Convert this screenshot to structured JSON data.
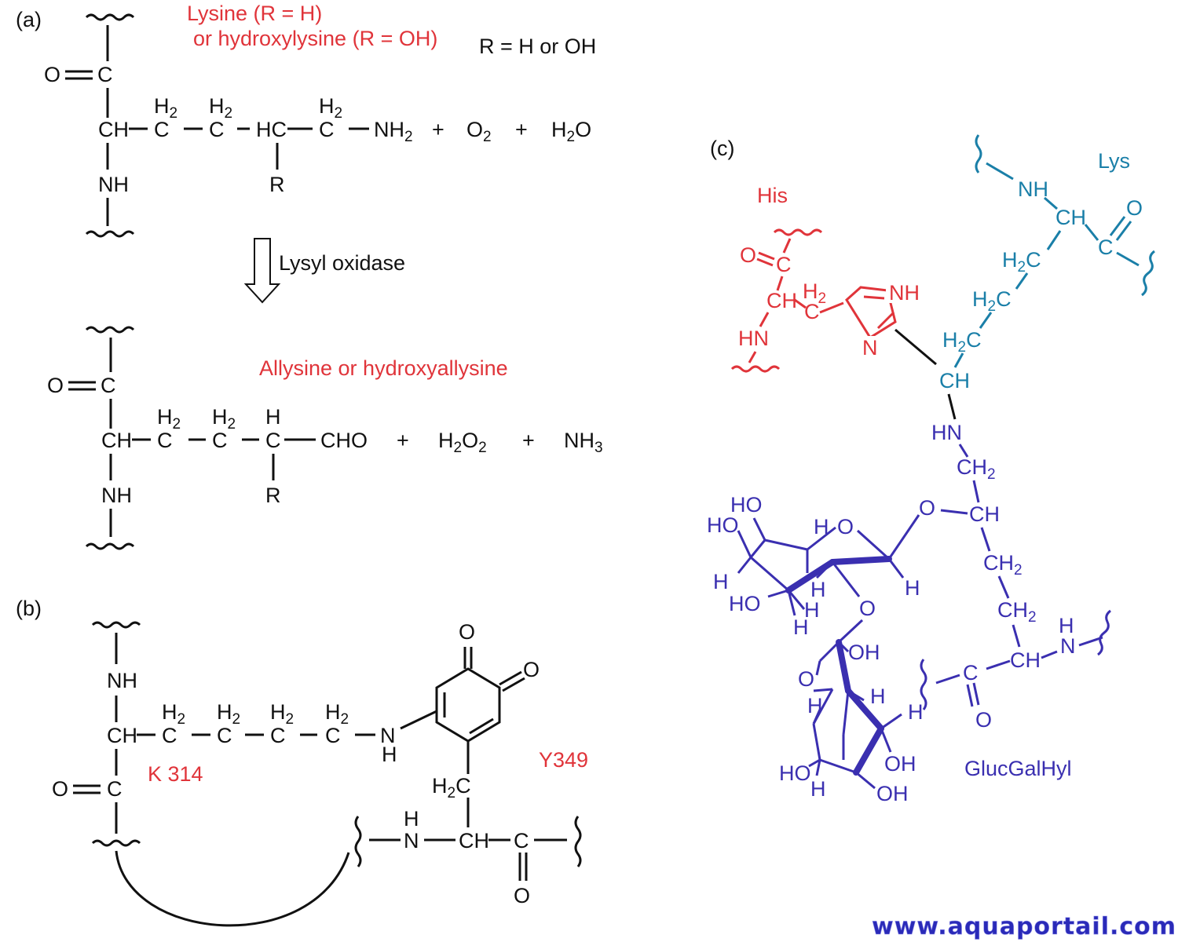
{
  "panels": {
    "a": {
      "label": "(a)",
      "reactant_name_line1": "Lysine (R = H)",
      "reactant_name_line2": "or hydroxylysine (R = OH)",
      "r_note": "R = H or OH",
      "enzyme": "Lysyl oxidase",
      "product_name": "Allysine or hydroxyallysine"
    },
    "b": {
      "label": "(b)",
      "residue1": "K 314",
      "residue2": "Y349"
    },
    "c": {
      "label": "(c)",
      "his_label": "His",
      "lys_label": "Lys",
      "sugar_label": "GlucGalHyl"
    }
  },
  "watermark": "www.aquaportail.com",
  "colors": {
    "red": "#e0343a",
    "teal": "#1a7fa8",
    "blue": "#3a2fb0",
    "black": "#111111"
  }
}
